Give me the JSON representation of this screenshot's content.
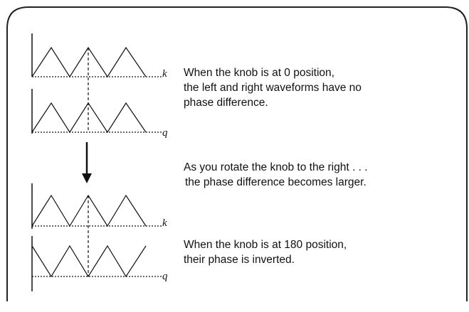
{
  "labels": {
    "top_left": "k",
    "top_right": "q",
    "bottom_left": "k",
    "bottom_right": "q"
  },
  "text": {
    "zero_position": [
      "When the knob is at 0 position,",
      "the left and right waveforms have no",
      "phase difference."
    ],
    "rotating": [
      "As you rotate the knob to the right . . .",
      "the phase difference becomes larger."
    ],
    "inverted": [
      "When the knob is at 180 position,",
      "their phase is inverted."
    ]
  },
  "waveforms": {
    "top_left": {
      "shape": "triangle",
      "peaks": 3,
      "phase_deg": 0
    },
    "top_right": {
      "shape": "triangle",
      "peaks": 3,
      "phase_deg": 0
    },
    "bottom_left": {
      "shape": "triangle",
      "peaks": 3,
      "phase_deg": 0
    },
    "bottom_right": {
      "shape": "triangle",
      "peaks": 3,
      "phase_deg": 180
    }
  },
  "colors": {
    "stroke": "#111111",
    "background": "#ffffff"
  }
}
